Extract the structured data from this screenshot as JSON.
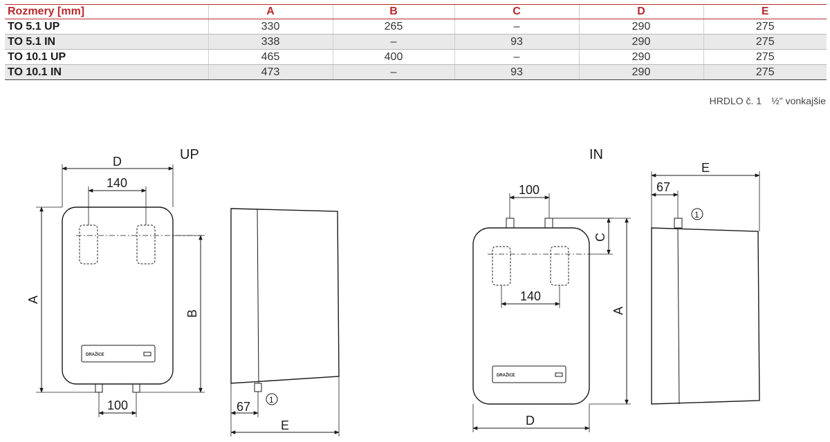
{
  "table": {
    "headers": [
      "Rozmery [mm]",
      "A",
      "B",
      "C",
      "D",
      "E"
    ],
    "rows": [
      {
        "model": "TO 5.1 UP",
        "A": "330",
        "B": "265",
        "C": "–",
        "D": "290",
        "E": "275"
      },
      {
        "model": "TO 5.1 IN",
        "A": "338",
        "B": "–",
        "C": "93",
        "D": "290",
        "E": "275"
      },
      {
        "model": "TO 10.1 UP",
        "A": "465",
        "B": "400",
        "C": "–",
        "D": "290",
        "E": "275"
      },
      {
        "model": "TO 10.1 IN",
        "A": "473",
        "B": "–",
        "C": "93",
        "D": "290",
        "E": "275"
      }
    ]
  },
  "note": {
    "label": "HRDLO č. 1",
    "value": "½\" vonkajšie"
  },
  "drawings": {
    "up": {
      "title": "UP",
      "dim_D": "D",
      "dim_140": "140",
      "dim_A": "A",
      "dim_B": "B",
      "dim_100": "100",
      "dim_67": "67",
      "dim_E": "E",
      "callout": "1",
      "brand": "DRAŽICE"
    },
    "in": {
      "title": "IN",
      "dim_100": "100",
      "dim_140": "140",
      "dim_C": "C",
      "dim_A": "A",
      "dim_D": "D",
      "dim_E": "E",
      "dim_67": "67",
      "callout": "1",
      "brand": "DRAŽICE"
    }
  },
  "colors": {
    "accent": "#b8282d",
    "line": "#1a1a1a"
  }
}
